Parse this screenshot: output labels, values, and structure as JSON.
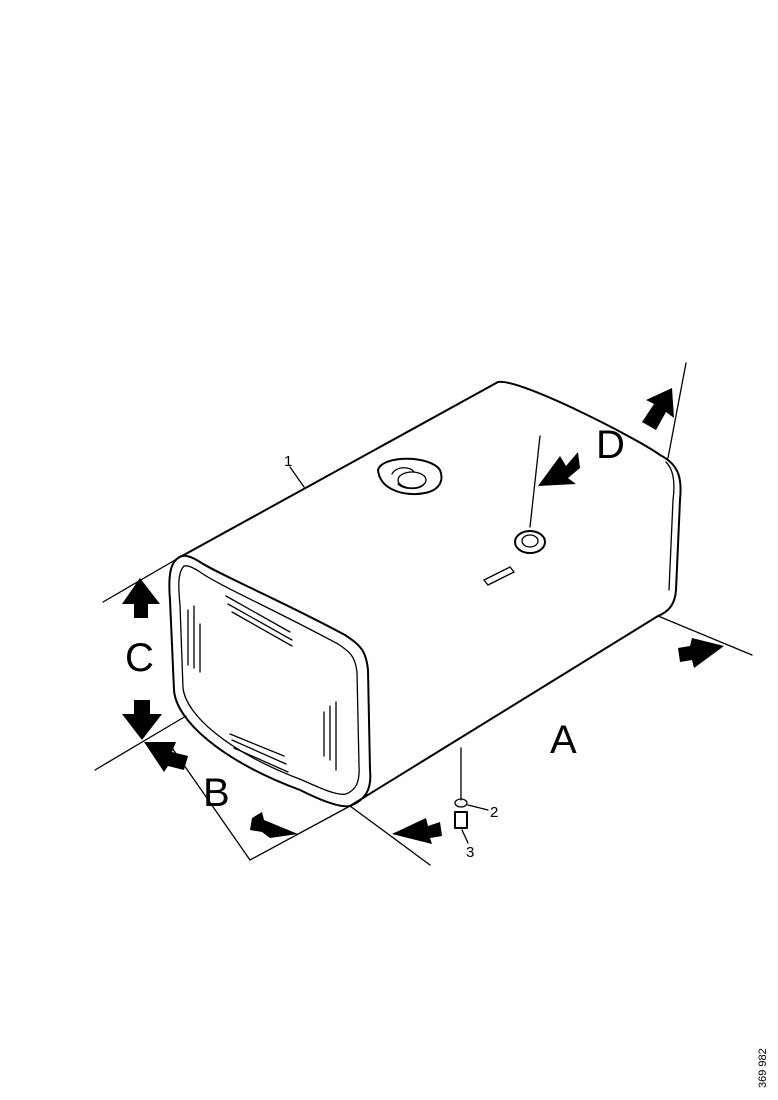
{
  "dimensions": {
    "a": "A",
    "b": "B",
    "c": "C",
    "d": "D"
  },
  "callouts": {
    "tank": "1",
    "washer": "2",
    "drain_plug": "3"
  },
  "reference_number": "369 982"
}
